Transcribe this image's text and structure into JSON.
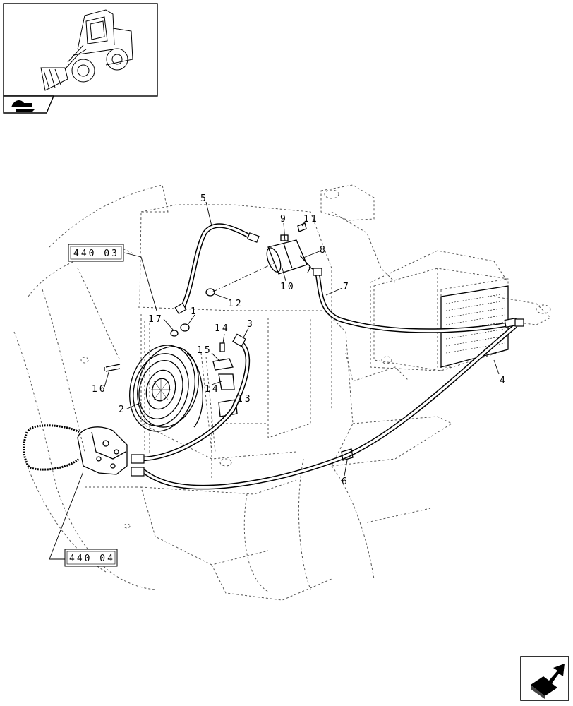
{
  "callouts": [
    {
      "id": "c1",
      "label": "1"
    },
    {
      "id": "c2",
      "label": "2"
    },
    {
      "id": "c3",
      "label": "3"
    },
    {
      "id": "c4",
      "label": "4"
    },
    {
      "id": "c5",
      "label": "5"
    },
    {
      "id": "c6",
      "label": "6"
    },
    {
      "id": "c7",
      "label": "7"
    },
    {
      "id": "c8",
      "label": "8"
    },
    {
      "id": "c9",
      "label": "9"
    },
    {
      "id": "c10",
      "label": "10"
    },
    {
      "id": "c11",
      "label": "11"
    },
    {
      "id": "c12",
      "label": "12"
    },
    {
      "id": "c13",
      "label": "13"
    },
    {
      "id": "c14a",
      "label": "14"
    },
    {
      "id": "c14b",
      "label": "14"
    },
    {
      "id": "c15",
      "label": "15"
    },
    {
      "id": "c16",
      "label": "16"
    },
    {
      "id": "c17",
      "label": "17"
    }
  ],
  "reference_boxes": [
    {
      "id": "ref1",
      "label": "440 03"
    },
    {
      "id": "ref2",
      "label": "440 04"
    }
  ]
}
